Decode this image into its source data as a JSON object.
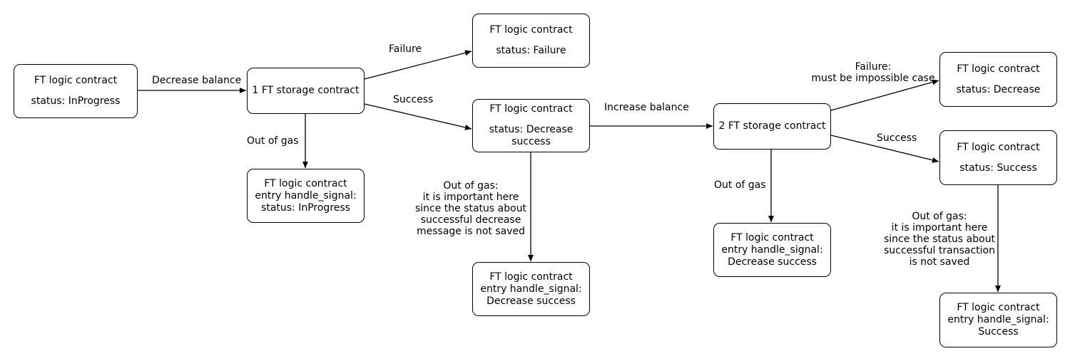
{
  "nodes": {
    "n1": {
      "line1": "FT logic contract",
      "line2": "status: InProgress"
    },
    "storage1": {
      "text": "1 FT storage contract"
    },
    "failure1": {
      "line1": "FT logic contract",
      "line2": "status: Failure"
    },
    "decrease_success": {
      "line1": "FT logic contract",
      "line2": "status: Decrease",
      "line3": "success"
    },
    "handle1": {
      "line1": "FT logic contract",
      "line2": "entry handle_signal:",
      "line3": "status: InProgress"
    },
    "handle2": {
      "line1": "FT logic contract",
      "line2": "entry handle_signal:",
      "line3": "Decrease success"
    },
    "storage2": {
      "text": "2 FT storage contract"
    },
    "failure2": {
      "line1": "FT logic contract",
      "line2": "status: Decrease"
    },
    "success": {
      "line1": "FT logic contract",
      "line2": "status: Success"
    },
    "handle3": {
      "line1": "FT logic contract",
      "line2": "entry handle_signal:",
      "line3": "Decrease success"
    },
    "handle4": {
      "line1": "FT logic contract",
      "line2": "entry handle_signal:",
      "line3": "Success"
    }
  },
  "edges": {
    "decrease_balance": "Decrease balance",
    "failure1": "Failure",
    "success1": "Success",
    "out_of_gas1": "Out of gas",
    "out_of_gas2": [
      "Out of gas:",
      "it is important here",
      "since the status about",
      "successful decrease",
      "message is not saved"
    ],
    "increase_balance": "Increase balance",
    "failure2": [
      "Failure:",
      "must be impossible case"
    ],
    "success2": "Success",
    "out_of_gas3": "Out of gas",
    "out_of_gas4": [
      "Out of gas:",
      "it is important here",
      "since the status about",
      "successful transaction",
      "is not saved"
    ]
  }
}
